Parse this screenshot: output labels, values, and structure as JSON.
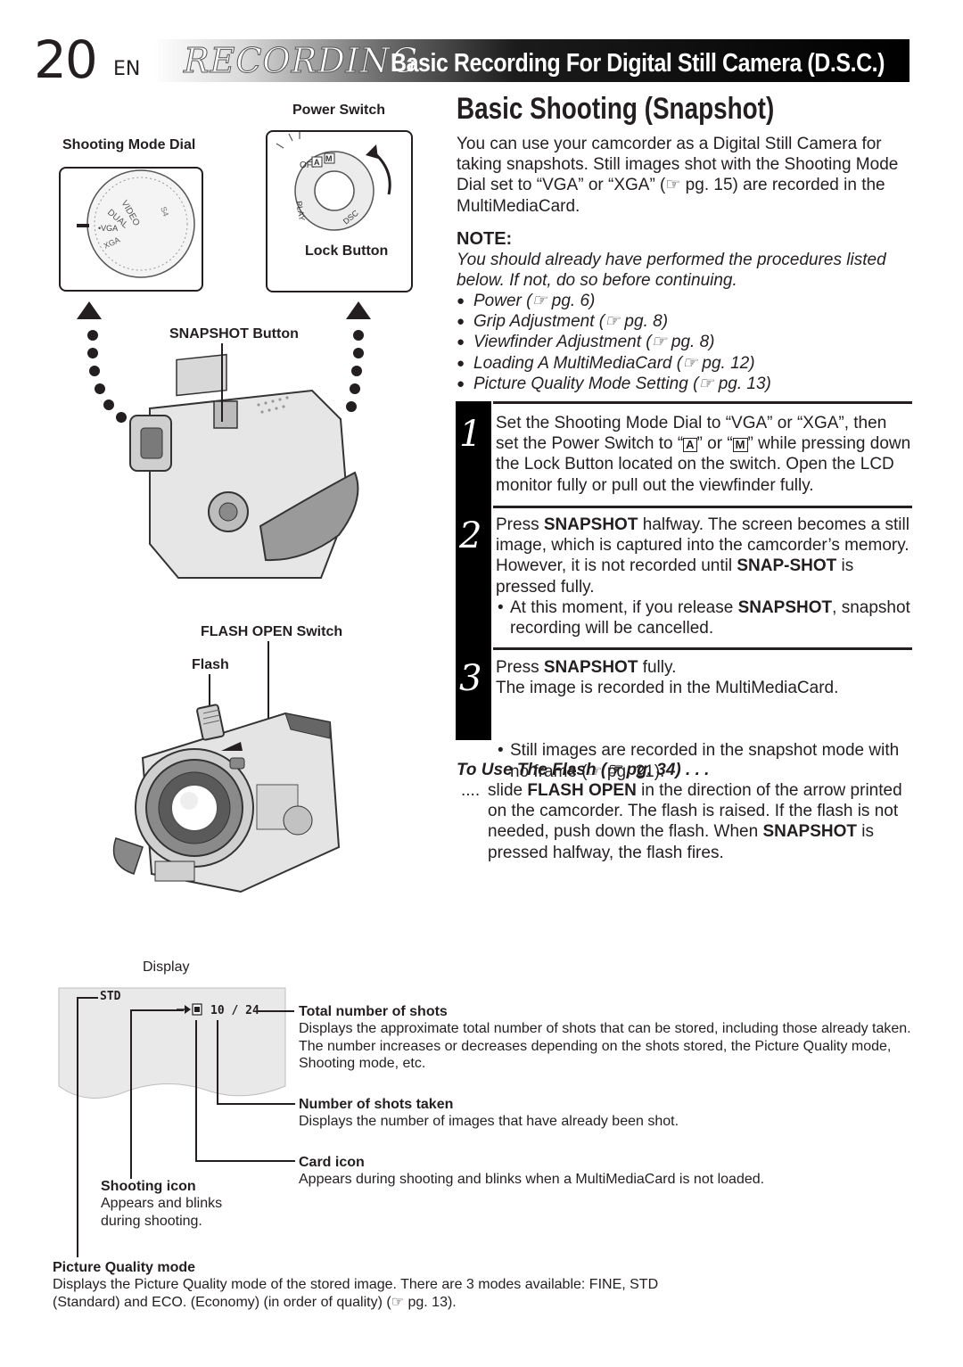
{
  "header": {
    "page_number": "20",
    "language": "EN",
    "section": "RECORDING",
    "title": "Basic Recording For Digital Still Camera (D.S.C.)"
  },
  "illustrations": {
    "power_switch_label": "Power Switch",
    "shooting_mode_dial_label": "Shooting Mode Dial",
    "lock_button_label": "Lock Button",
    "snapshot_button_label": "SNAPSHOT Button",
    "flash_open_switch_label": "FLASH OPEN Switch",
    "flash_label": "Flash",
    "dial_marks": [
      "VIDEO",
      "DUAL",
      "VGA",
      "XGA"
    ],
    "switch_marks": [
      "OFF",
      "A",
      "M",
      "PLAY",
      "DSC"
    ]
  },
  "main": {
    "section_title": "Basic Shooting (Snapshot)",
    "intro": "You can use your camcorder as a Digital Still Camera for taking snapshots. Still images shot with the Shooting Mode Dial set to “VGA” or “XGA” (☞ pg. 15) are recorded in the MultiMediaCard.",
    "note": {
      "title": "NOTE:",
      "text": "You should already have performed the procedures listed below. If not, do so before continuing.",
      "items": [
        "Power (☞ pg. 6)",
        "Grip Adjustment (☞ pg. 8)",
        "Viewfinder Adjustment (☞ pg. 8)",
        "Loading A MultiMediaCard (☞ pg. 12)",
        "Picture Quality Mode Setting (☞ pg. 13)"
      ]
    },
    "steps": [
      {
        "number": "1",
        "text_a": "Set the Shooting Mode Dial to “VGA” or “XGA”, then set the Power Switch to “",
        "icon_a": "A",
        "text_b": "” or “",
        "icon_m": "M",
        "text_c": "” while pressing down the Lock Button located on the switch. Open the LCD monitor fully or pull out the viewfinder fully."
      },
      {
        "number": "2",
        "text_a": "Press ",
        "kw_a": "SNAPSHOT",
        "text_b": " halfway. The screen becomes a still image, which is captured into the camcorder’s memory. However, it is not recorded until ",
        "kw_b": "SNAP-SHOT",
        "text_c": " is pressed fully.",
        "note_a": "At this moment, if you release ",
        "note_kw": "SNAPSHOT",
        "note_b": ", snapshot recording will be cancelled."
      },
      {
        "number": "3",
        "text_a": "Press ",
        "kw_a": "SNAPSHOT",
        "text_b": " fully.",
        "line2": "The image is recorded in the MultiMediaCard.",
        "note": "Still images are recorded in the snapshot mode with no frame (☞ pg. 21)."
      }
    ],
    "flash": {
      "heading": "To Use The Flash (☞ pg. 34) . . .",
      "dots": "....",
      "text_a": "slide ",
      "kw_a": "FLASH OPEN",
      "text_b": " in the direction of the arrow printed on the camcorder. The flash is raised. If the flash is not needed, push down the flash. When ",
      "kw_b": "SNAPSHOT",
      "text_c": " is pressed halfway, the flash fires."
    }
  },
  "display": {
    "label": "Display",
    "quality": "STD",
    "counter": "10 / 24",
    "items": [
      {
        "title": "Total number of shots",
        "desc": "Displays the approximate total number of shots that can be stored, including those already taken. The number increases or decreases depending on the shots stored, the Picture Quality mode, Shooting mode, etc."
      },
      {
        "title": "Number of shots taken",
        "desc": "Displays the number of images that have already been shot."
      },
      {
        "title": "Card icon",
        "desc": "Appears during shooting and blinks when a MultiMediaCard is not loaded."
      },
      {
        "title": "Shooting icon",
        "desc": "Appears and blinks during shooting."
      },
      {
        "title": "Picture Quality mode",
        "desc": "Displays the Picture Quality mode of the stored image. There are 3 modes available: FINE, STD (Standard) and ECO. (Economy) (in order of quality) (☞ pg. 13)."
      }
    ]
  }
}
